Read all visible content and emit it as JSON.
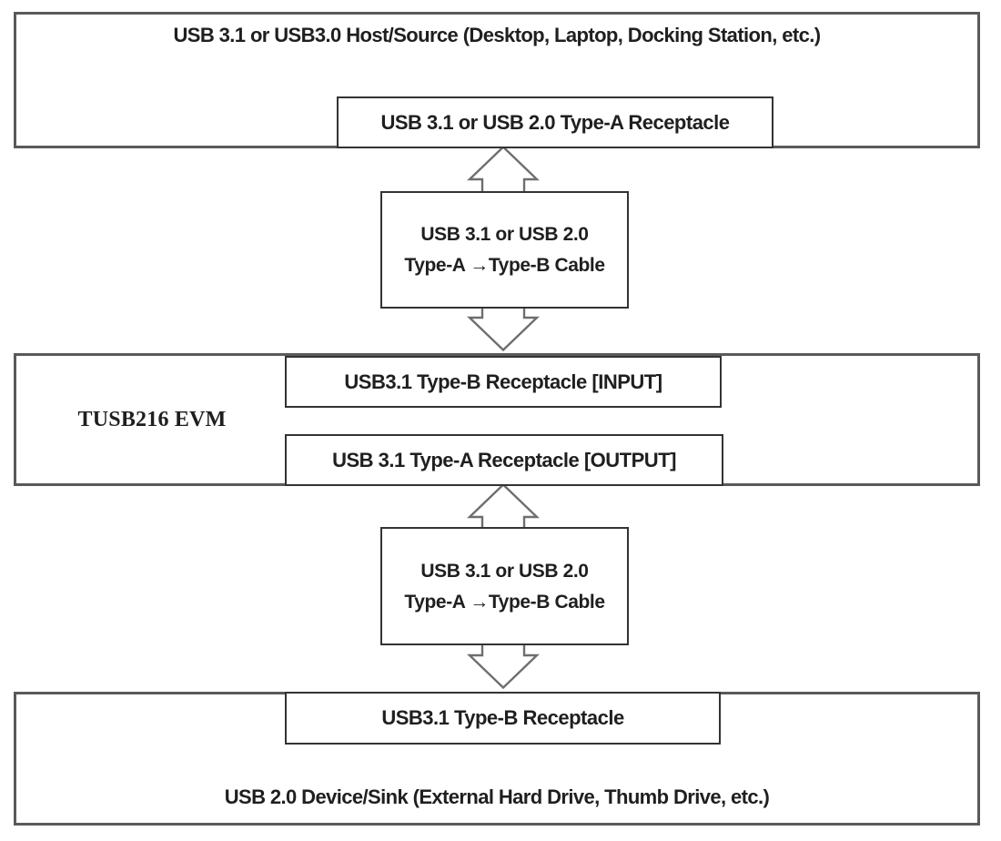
{
  "diagram": {
    "host_box": {
      "title": "USB 3.1 or USB3.0 Host/Source (Desktop, Laptop, Docking Station, etc.)",
      "receptacle": "USB 3.1 or USB 2.0 Type-A Receptacle"
    },
    "cable_top": {
      "line1": "USB 3.1 or USB 2.0",
      "line2": "Type-A →Type-B Cable"
    },
    "evm_box": {
      "label": "TUSB216 EVM",
      "input_receptacle": "USB3.1 Type-B Receptacle [INPUT]",
      "output_receptacle": "USB 3.1 Type-A Receptacle [OUTPUT]"
    },
    "cable_bottom": {
      "line1": "USB 3.1 or USB 2.0",
      "line2": "Type-A →Type-B Cable"
    },
    "device_box": {
      "receptacle": "USB3.1 Type-B Receptacle",
      "title": "USB 2.0 Device/Sink (External Hard Drive, Thumb Drive, etc.)"
    },
    "colors": {
      "background": "#ffffff",
      "text": "#1f1f1f",
      "outer_box_border": "#5a5a5a",
      "inner_box_border": "#333333",
      "arrow_outline": "#6e6e6e"
    }
  }
}
